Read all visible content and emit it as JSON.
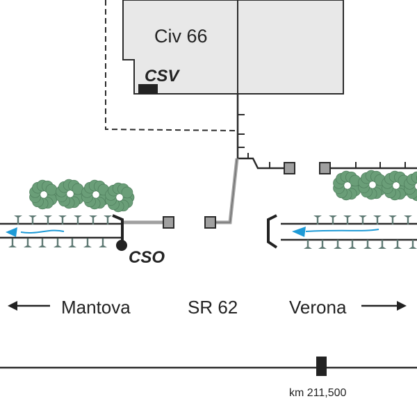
{
  "diagram": {
    "building": {
      "label": "Civ 66"
    },
    "labels": {
      "csv": "CSV",
      "cso": "CSO"
    },
    "road": {
      "name": "SR 62",
      "left_direction": "Mantova",
      "right_direction": "Verona"
    },
    "milestone": {
      "label": "km 211,500"
    },
    "colors": {
      "building_fill": "#e8e8e8",
      "line": "#2a2a2a",
      "pipe_gray": "#a0a0a0",
      "node_fill": "#a0a0a0",
      "flow_arrow": "#1e9ad6",
      "vegetation": "#6a9e78",
      "ditch_marks": "#5f7a74"
    }
  }
}
